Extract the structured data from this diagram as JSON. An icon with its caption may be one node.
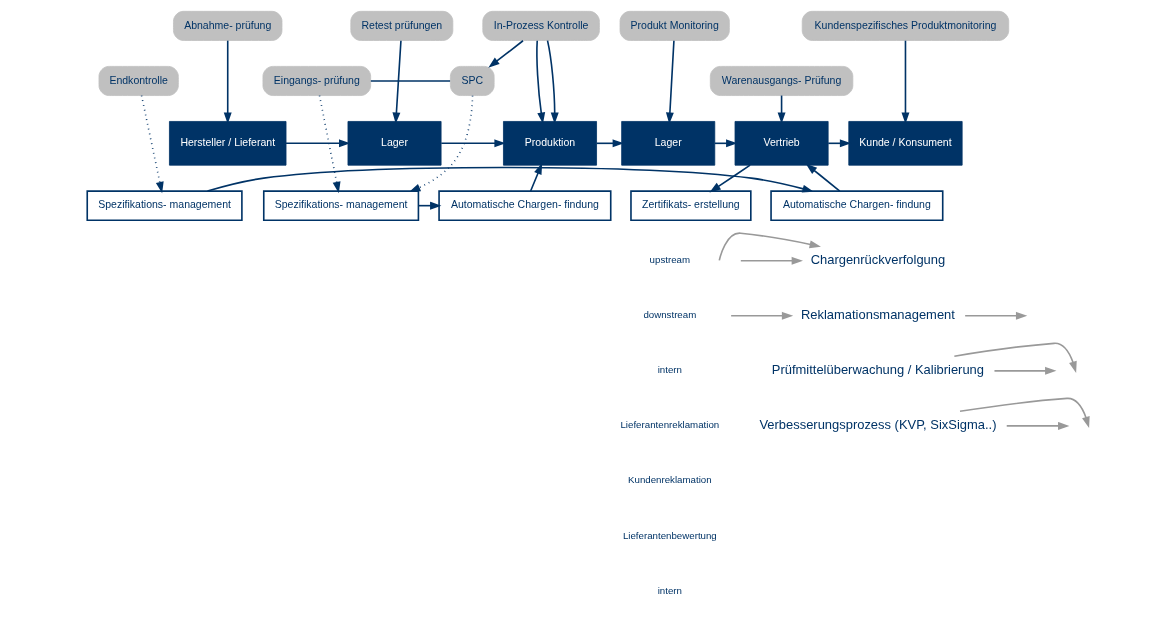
{
  "diagram": {
    "nodes": [
      {
        "text": [
          "Eingangs- prüfung"
        ]
      },
      {
        "text": [
          "SPC"
        ]
      },
      {
        "text": [
          "Endkontrolle"
        ]
      },
      {
        "text": [
          "Warenausgangs- Prüfung"
        ]
      },
      {
        "text": [
          "Abnahme- prüfung"
        ]
      },
      {
        "text": [
          "Retest prüfungen"
        ]
      },
      {
        "text": [
          "In-Prozess Kontrolle"
        ]
      },
      {
        "text": [
          "Produkt Monitoring"
        ]
      },
      {
        "text": [
          "Kundenspezifisches Produktmonitoring"
        ]
      },
      {
        "text": [
          "Hersteller / Lieferant"
        ]
      },
      {
        "text": [
          "Lager"
        ]
      },
      {
        "text": [
          "Produktion"
        ]
      },
      {
        "text": [
          "Lager"
        ]
      },
      {
        "text": [
          "Vertrieb"
        ]
      },
      {
        "text": [
          "Kunde / Konsument"
        ]
      },
      {
        "text": [
          "Spezifikations- management"
        ]
      },
      {
        "text": [
          "Automatische Chargen- findung"
        ]
      },
      {
        "text": [
          "Spezifikations- management"
        ]
      },
      {
        "text": [
          "Automatische Chargen- findung"
        ]
      },
      {
        "text": [
          "Zertifikats- erstellung"
        ]
      },
      {
        "text": [
          "Chargenrückverfolgung"
        ]
      },
      {
        "text": [
          "Reklamationsmanagement"
        ]
      },
      {
        "text": [
          "Prüfmittelüberwachung / Kalibrierung"
        ]
      },
      {
        "text": [
          "Verbesserungsprozess (KVP, SixSigma..)"
        ]
      }
    ],
    "edges": [
      {
        "from": 0,
        "to": 1,
        "arrow": "none"
      },
      {
        "from": 6,
        "to": 1,
        "arrow": "to"
      },
      {
        "from": 4,
        "to": 9,
        "arrow": "to"
      },
      {
        "from": 5,
        "to": 10,
        "arrow": "to"
      },
      {
        "from": 6,
        "to": 11,
        "arrow": "to"
      },
      {
        "from": 6,
        "to": 11,
        "arrow": "to"
      },
      {
        "from": 7,
        "to": 12,
        "arrow": "to"
      },
      {
        "from": 8,
        "to": 14,
        "arrow": "to"
      },
      {
        "from": 9,
        "to": 10,
        "arrow": "to"
      },
      {
        "from": 0,
        "to": 15,
        "arrow": "to",
        "style": "dashed"
      },
      {
        "from": 1,
        "to": 15,
        "arrow": "to",
        "style": "dashed"
      },
      {
        "from": 10,
        "to": 11,
        "arrow": "to"
      },
      {
        "from": 11,
        "to": 12,
        "arrow": "to"
      },
      {
        "from": 2,
        "to": 17,
        "arrow": "to",
        "style": "dashed"
      },
      {
        "from": 12,
        "to": 13,
        "arrow": "to"
      },
      {
        "from": 3,
        "to": 13,
        "arrow": "to"
      },
      {
        "from": 13,
        "to": 14,
        "arrow": "to"
      },
      {
        "from": 13,
        "to": 19,
        "arrow": "to"
      },
      {
        "from": 15,
        "to": 16,
        "arrow": "to"
      },
      {
        "from": 16,
        "to": 11,
        "arrow": "to"
      },
      {
        "from": 17,
        "to": 18,
        "arrow": "to"
      },
      {
        "from": 18,
        "to": 13,
        "arrow": "to"
      },
      {
        "from": null,
        "to": 20,
        "arrow": "to",
        "color": "#999999"
      },
      {
        "from": null,
        "to": 20,
        "arrow": "to",
        "color": "#999999"
      },
      {
        "from": 21,
        "to": null,
        "arrow": "to",
        "color": "#999999"
      },
      {
        "from": null,
        "to": 21,
        "arrow": "to",
        "color": "#999999"
      },
      {
        "from": 22,
        "to": null,
        "arrow": "to",
        "color": "#999999"
      },
      {
        "from": 22,
        "to": null,
        "arrow": "to",
        "color": "#999999"
      },
      {
        "from": 23,
        "to": null,
        "arrow": "to",
        "color": "#999999"
      },
      {
        "from": 23,
        "to": null,
        "arrow": "to",
        "color": "#999999"
      }
    ],
    "labels": [
      "upstream",
      "downstream",
      "intern",
      "Lieferantenreklamation",
      "Kundenreklamation",
      "Lieferantenbewertung",
      "intern"
    ]
  }
}
